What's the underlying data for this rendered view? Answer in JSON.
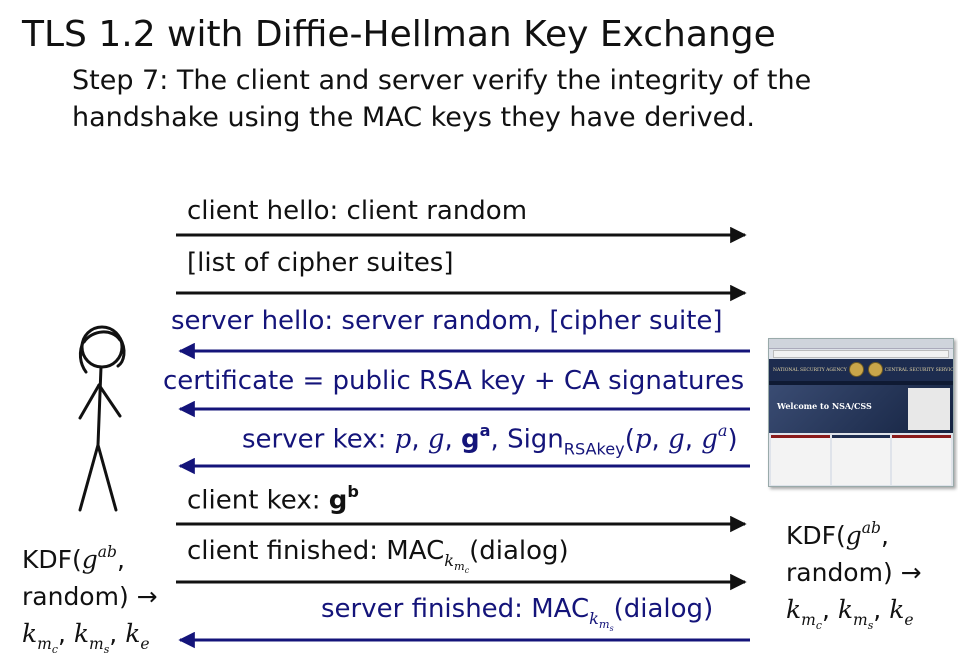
{
  "title": "TLS 1.2 with Diffie-Hellman Key Exchange",
  "subtitle": "Step 7: The client and server verify the integrity of the handshake using the MAC keys they have derived.",
  "messages": {
    "client_hello": "client hello: client random",
    "cipher_list": "[list of cipher suites]",
    "server_hello": "server hello: server random, [cipher suite]",
    "certificate": "certificate = public RSA key + CA signatures",
    "server_kex_prefix": "server kex: ",
    "server_kex_p": "p",
    "server_kex_g": "g",
    "server_kex_ga": "g",
    "server_kex_ga_sup": "a",
    "server_kex_sign": "Sign",
    "server_kex_sign_sub": "RSAkey",
    "server_kex_args_p": "p",
    "server_kex_args_g": "g",
    "server_kex_args_g2": "g",
    "server_kex_args_sup": "a",
    "client_kex_prefix": "client kex: ",
    "client_kex_g": "g",
    "client_kex_sup": "b",
    "client_finished_prefix": "client finished: MAC",
    "client_finished_sub": "k",
    "client_finished_subsub": "m",
    "client_finished_subsubsub": "c",
    "client_finished_suffix": "(dialog)",
    "server_finished_prefix": "server finished: MAC",
    "server_finished_sub": "k",
    "server_finished_subsub": "m",
    "server_finished_subsubsub": "s",
    "server_finished_suffix": "(dialog)"
  },
  "kdf": {
    "prefix": "KDF(",
    "g": "g",
    "sup": "ab",
    "comma": ",",
    "random": "random) →",
    "k": "k",
    "m": "m",
    "c": "c",
    "s": "s",
    "e": "e"
  },
  "colors": {
    "client_arrow": "#111111",
    "server_arrow": "#14147a"
  },
  "icons": {
    "client": "stick-figure-icon",
    "server": "nsa-website-screenshot"
  }
}
